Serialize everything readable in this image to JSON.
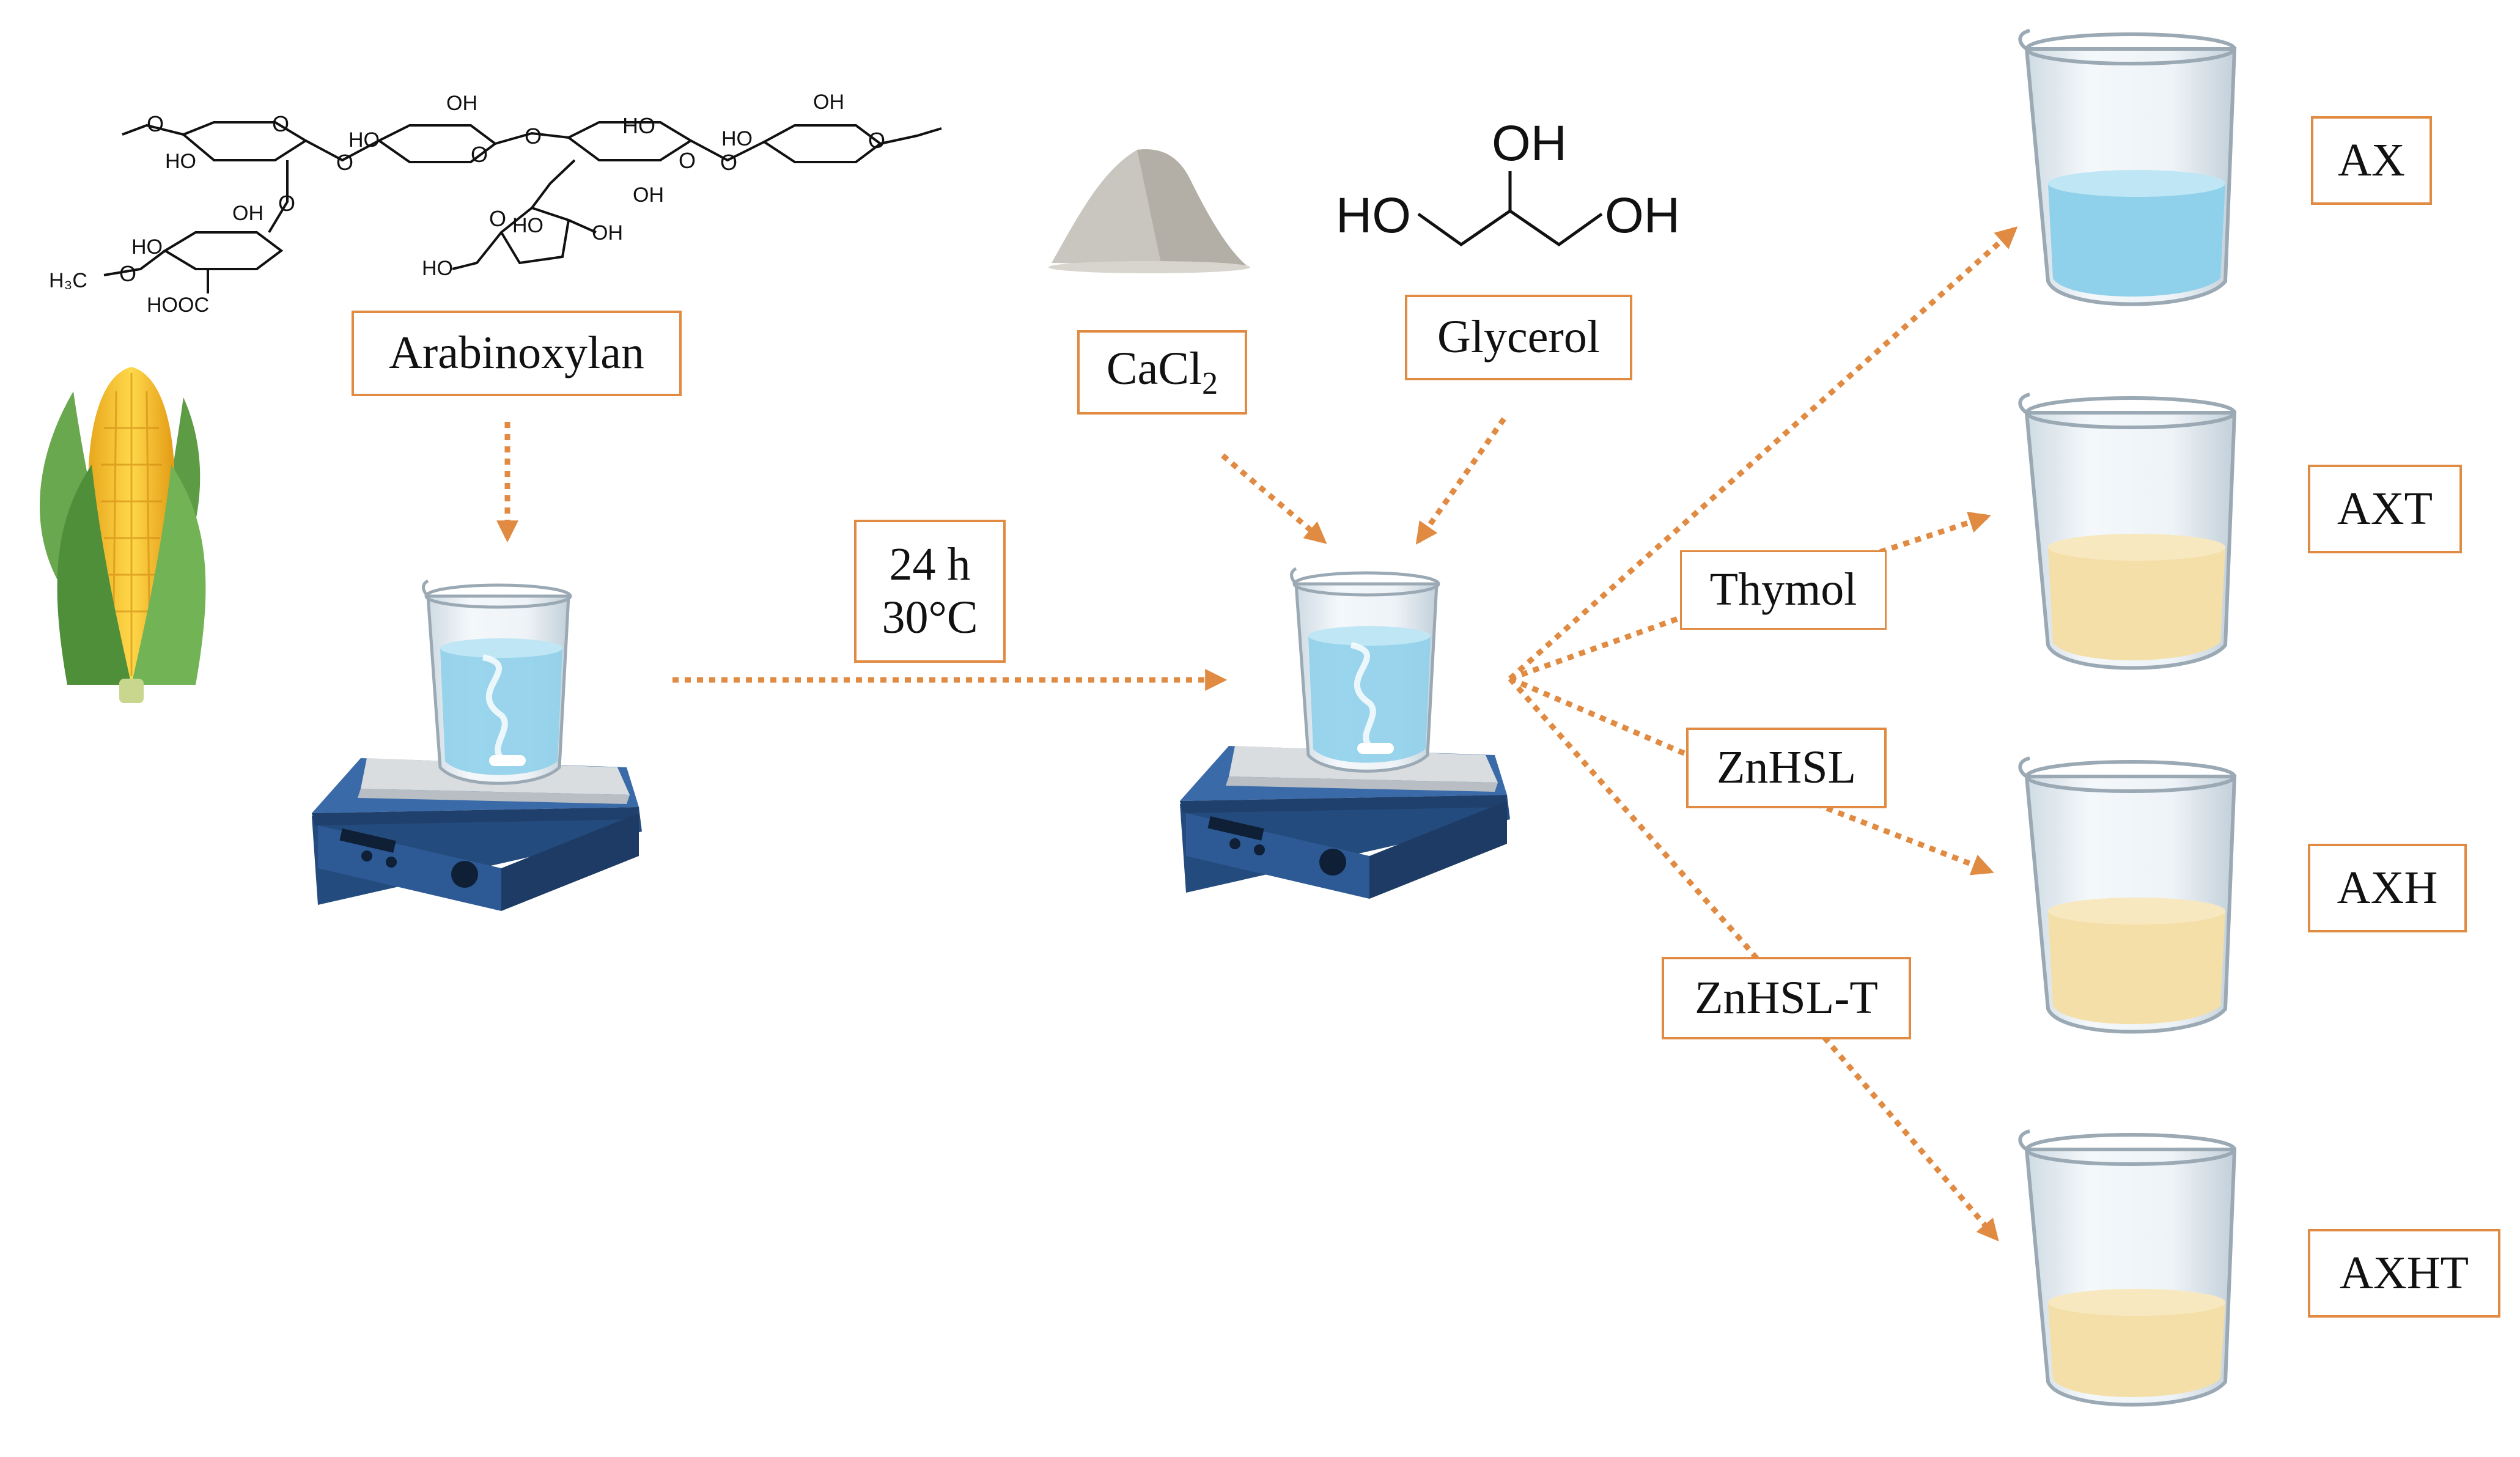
{
  "labels": {
    "arabinoxylan": "Arabinoxylan",
    "cacl2_main": "CaCl",
    "cacl2_sub": "2",
    "glycerol": "Glycerol",
    "time": "24 h",
    "temperature": "30°C",
    "thymol": "Thymol",
    "znhsl": "ZnHSL",
    "znhsl_t": "ZnHSL-T",
    "ax": "AX",
    "axt": "AXT",
    "axh": "AXH",
    "axht": "AXHT"
  },
  "glycerol_structure": {
    "oh_top": "OH",
    "ho_left": "HO",
    "oh_right": "OH"
  },
  "arabinoxylan_structure": {
    "atoms": [
      "O",
      "HO",
      "O",
      "O",
      "OH",
      "HO",
      "O",
      "O",
      "HO",
      "OH",
      "O",
      "O",
      "OH",
      "HO",
      "O",
      "O",
      "OH",
      "HO",
      "O",
      "HO",
      "OH",
      "HO",
      "H₃C",
      "O",
      "HOOC"
    ]
  },
  "colors": {
    "arrow": "#e08a42",
    "label_border": "#e08a42",
    "water": "#8fd0ea",
    "film_solution": "#f4dfa8",
    "hotplate": "#2f5b93"
  },
  "icons": [
    "corn-icon",
    "powder-pile-icon",
    "magnetic-stirrer-icon",
    "beaker-icon"
  ]
}
